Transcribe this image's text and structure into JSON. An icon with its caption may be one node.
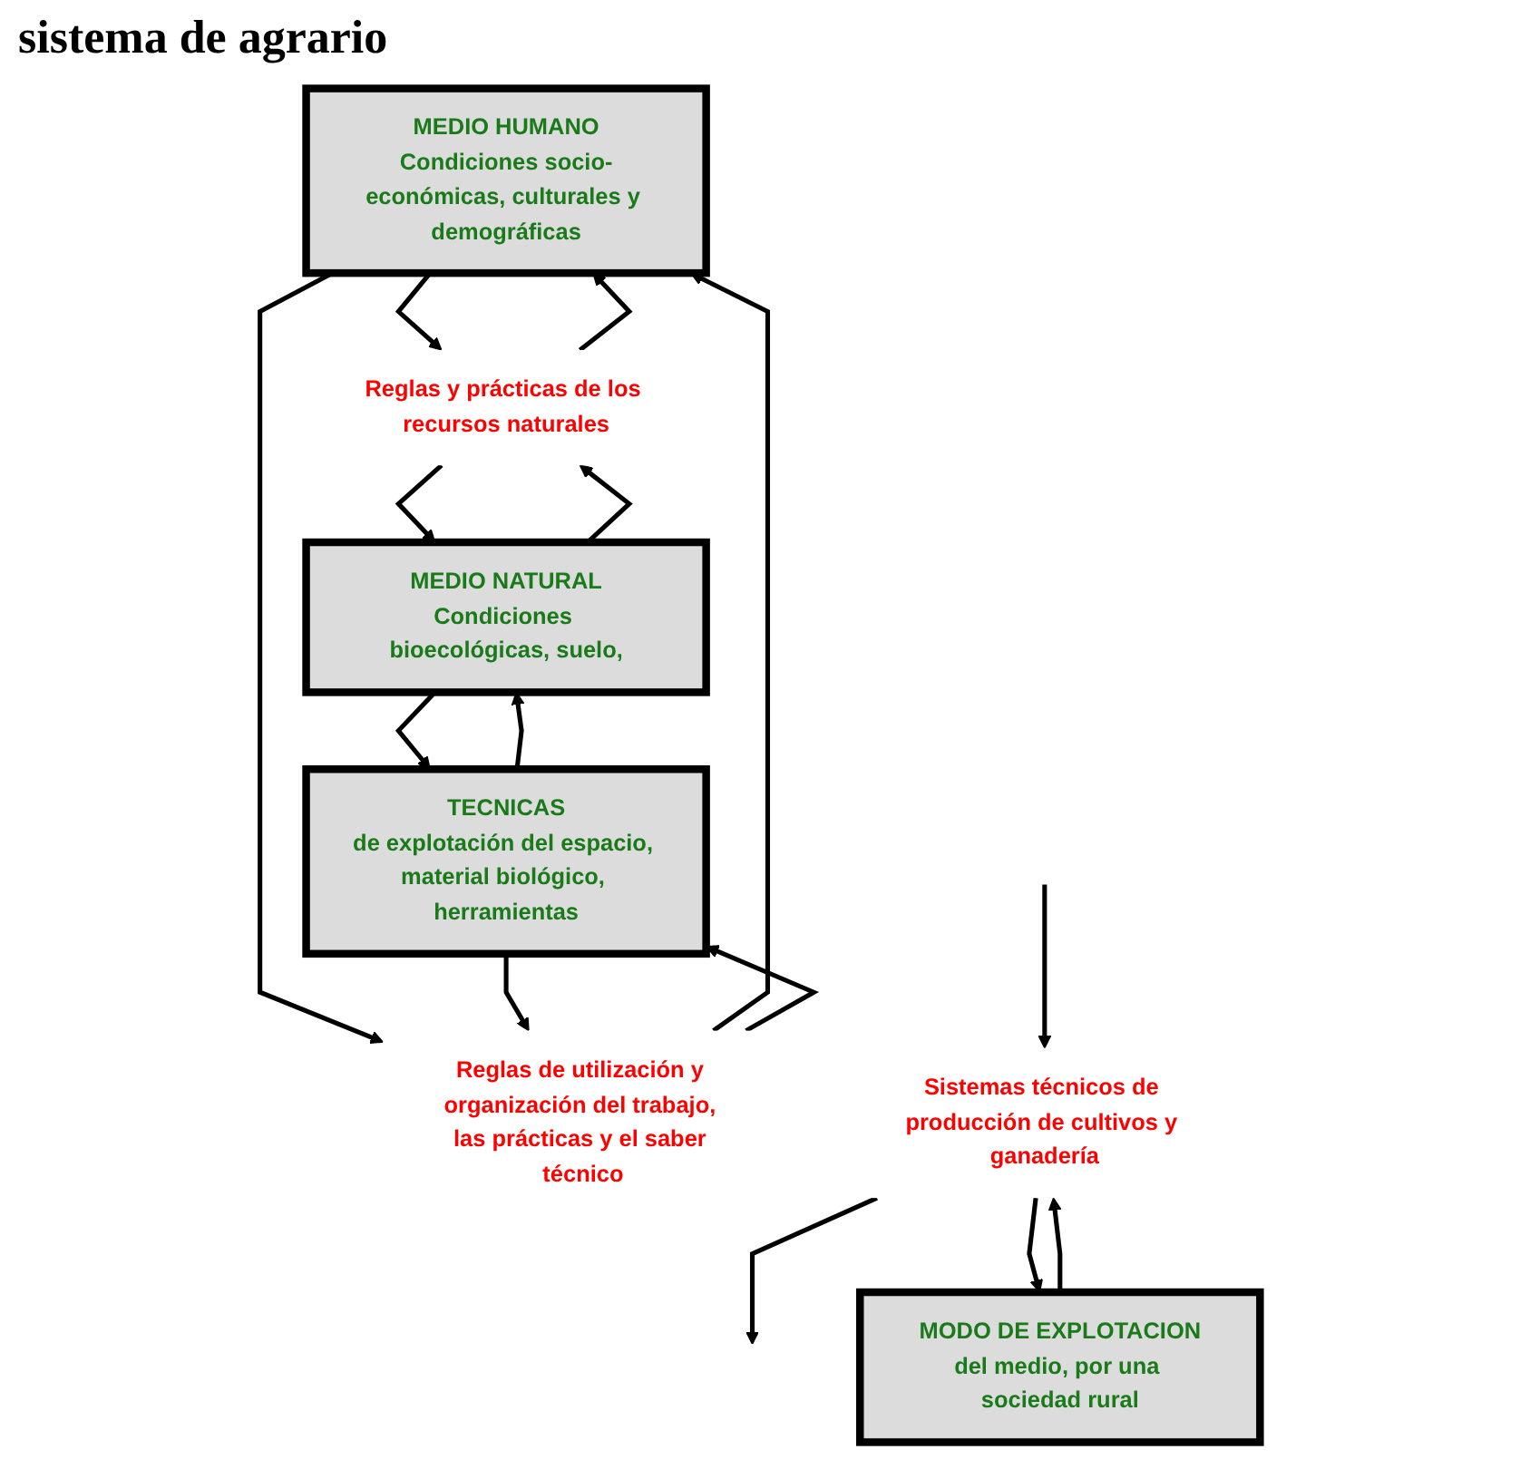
{
  "diagram": {
    "title": "sistema de agrario",
    "nodes": [
      {
        "text": [
          "MEDIO HUMANO",
          "Condiciones socio-económicas, culturales y demográficas"
        ]
      },
      {
        "text": [
          "Reglas y prácticas de los recursos naturales"
        ]
      },
      {
        "text": [
          "Reglas de utilización y organización del trabajo, las prácticas y el saber técnico"
        ]
      },
      {
        "text": [
          "MEDIO NATURAL",
          "Condiciones bioecológicas, suelo,"
        ]
      },
      {
        "text": [
          "TECNICAS",
          "de explotación del espacio, material biológico, herramientas"
        ]
      },
      {
        "text": [
          "Sistemas técnicos de producción de cultivos y ganadería"
        ]
      },
      {
        "text": [
          "MODO DE EXPLOTACION",
          "del medio, por una sociedad rural"
        ]
      }
    ],
    "edges": [
      {
        "from": 0,
        "to": 1,
        "arrow": "to"
      },
      {
        "from": 1,
        "to": 0,
        "arrow": "to"
      },
      {
        "from": 0,
        "to": 2,
        "arrow": "to"
      },
      {
        "from": 2,
        "to": 0,
        "arrow": "to"
      },
      {
        "from": 1,
        "to": 3,
        "arrow": "to"
      },
      {
        "from": 3,
        "to": 1,
        "arrow": "to"
      },
      {
        "from": 2,
        "to": 4,
        "arrow": "to"
      },
      {
        "from": 4,
        "to": 2,
        "arrow": "to"
      },
      {
        "from": 3,
        "to": 4,
        "arrow": "to"
      },
      {
        "from": 4,
        "to": 3,
        "arrow": "to"
      },
      {
        "from": null,
        "to": 5,
        "arrow": "to"
      },
      {
        "from": 5,
        "to": null,
        "arrow": "to"
      },
      {
        "from": 5,
        "to": 6,
        "arrow": "to"
      },
      {
        "from": 6,
        "to": 5,
        "arrow": "to"
      }
    ]
  }
}
